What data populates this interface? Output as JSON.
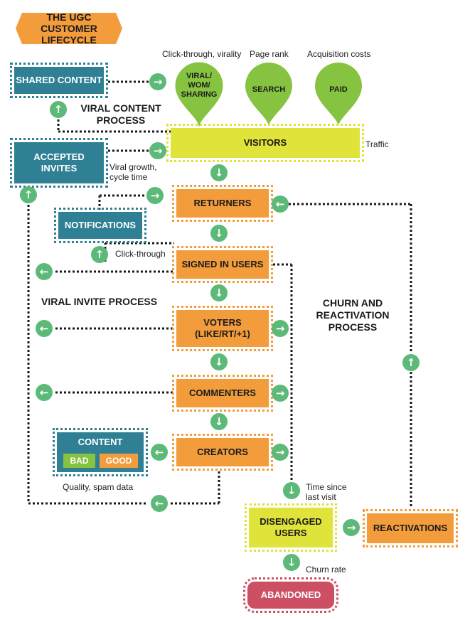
{
  "title": "THE UGC\nCUSTOMER LIFECYCLE",
  "nodes": {
    "shared_content": "SHARED CONTENT",
    "accepted_invites": "ACCEPTED\nINVITES",
    "notifications": "NOTIFICATIONS",
    "visitors": "VISITORS",
    "returners": "RETURNERS",
    "signed_in_users": "SIGNED IN USERS",
    "voters": "VOTERS\n(LIKE/RT/+1)",
    "commenters": "COMMENTERS",
    "creators": "CREATORS",
    "content": "CONTENT",
    "content_bad": "BAD",
    "content_good": "GOOD",
    "disengaged_users": "DISENGAGED\nUSERS",
    "reactivations": "REACTIVATIONS",
    "abandoned": "ABANDONED"
  },
  "pins": {
    "viral": "VIRAL/\nWOM/\nSHARING",
    "search": "SEARCH",
    "paid": "PAID"
  },
  "pin_labels": {
    "viral": "Click-through, virality",
    "search": "Page rank",
    "paid": "Acquisition costs"
  },
  "labels": {
    "traffic": "Traffic",
    "viral_growth": "Viral growth,\ncycle time",
    "click_through": "Click-through",
    "quality": "Quality, spam data",
    "time_since": "Time since\nlast visit",
    "churn_rate": "Churn rate"
  },
  "headings": {
    "viral_content": "VIRAL CONTENT\nPROCESS",
    "viral_invite": "VIRAL INVITE PROCESS",
    "churn": "CHURN AND\nREACTIVATION\nPROCESS"
  },
  "icons": {
    "right": "arrow-right-icon",
    "left": "arrow-left-icon",
    "up": "arrow-up-icon",
    "down": "arrow-down-icon"
  },
  "colors": {
    "orange": "#f39c3c",
    "teal": "#2f7f95",
    "yellow": "#dfe33a",
    "green": "#86c341",
    "circle_green": "#5cb978",
    "red": "#cc4f63"
  }
}
